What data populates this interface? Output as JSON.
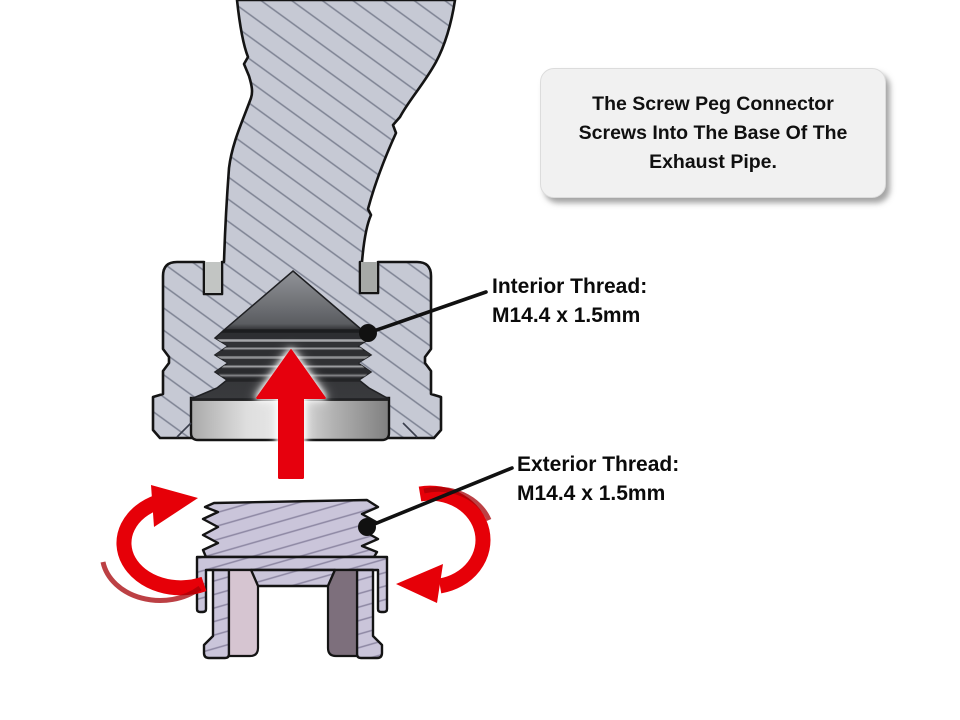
{
  "diagram": {
    "callout": {
      "lines": [
        "The Screw Peg Connector",
        "Screws Into The Base Of The",
        "Exhaust Pipe."
      ]
    },
    "labels": [
      {
        "id": "interior-thread",
        "title": "Interior Thread:",
        "spec": "M14.4 x 1.5mm"
      },
      {
        "id": "exterior-thread",
        "title": "Exterior Thread:",
        "spec": "M14.4 x 1.5mm"
      }
    ],
    "colors": {
      "pipe_fill": "#c6c9d4",
      "pipe_hatch": "#7d8292",
      "peg_fill": "#cac5da",
      "peg_hatch": "#8d87a3",
      "slot_left": "#c2c5c3",
      "slot_right": "#a7aaa7",
      "face_pink": "#d6c5d1",
      "face_dark": "#7d6f7c",
      "arrow_red": "#e60008",
      "arrow_red_dark": "#a50005",
      "outline": "#141414",
      "callout_bg": "#f1f1f1"
    }
  }
}
